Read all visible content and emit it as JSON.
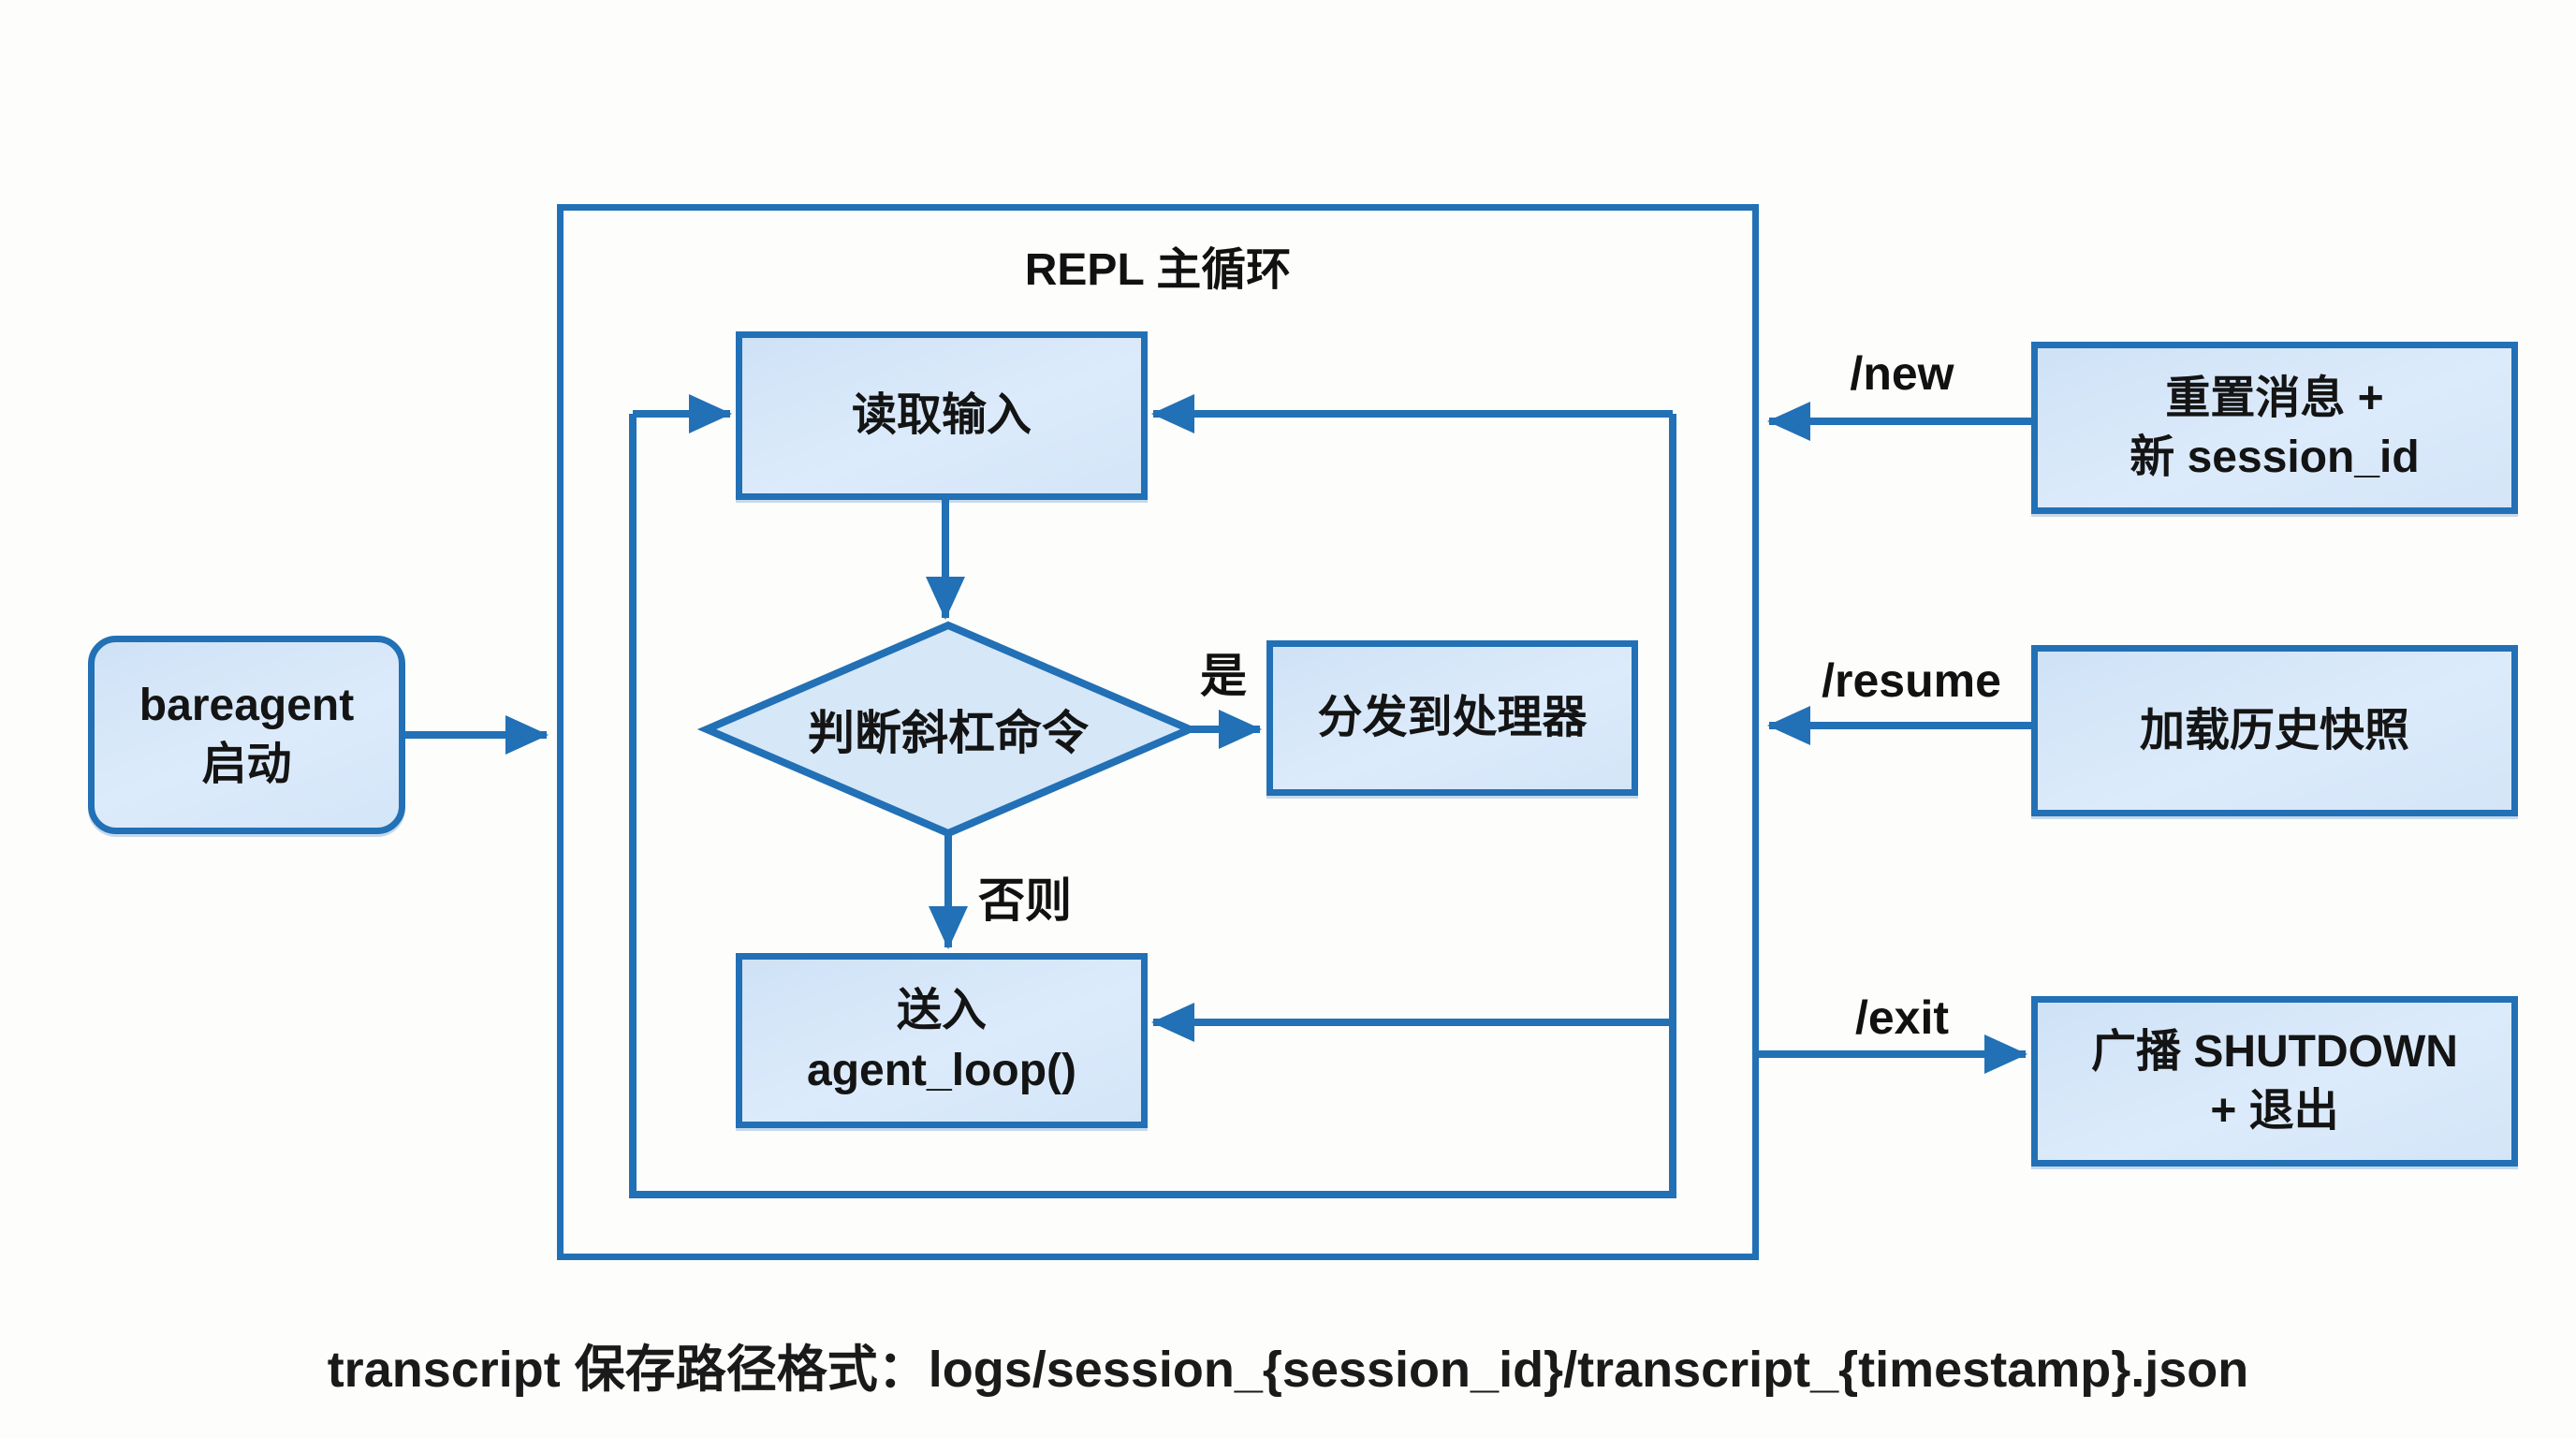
{
  "colors": {
    "accent": "#2270b5",
    "node_fill": "#d6e7f8",
    "text": "#141414"
  },
  "repl_container": {
    "title": "REPL 主循环"
  },
  "nodes": {
    "start": {
      "line1": "bareagent",
      "line2": "启动"
    },
    "read_input": {
      "label": "读取输入"
    },
    "decision": {
      "label": "判断斜杠命令"
    },
    "dispatch": {
      "label": "分发到处理器"
    },
    "agent_loop": {
      "line1": "送入",
      "line2": "agent_loop()"
    },
    "new_handler": {
      "line1": "重置消息 +",
      "line2": "新 session_id"
    },
    "resume_handler": {
      "label": "加载历史快照"
    },
    "exit_handler": {
      "line1": "广播 SHUTDOWN",
      "line2": "+ 退出"
    }
  },
  "edge_labels": {
    "yes": "是",
    "otherwise": "否则",
    "new_cmd": "/new",
    "resume_cmd": "/resume",
    "exit_cmd": "/exit"
  },
  "caption": "transcript 保存路径格式：logs/session_{session_id}/transcript_{timestamp}.json"
}
